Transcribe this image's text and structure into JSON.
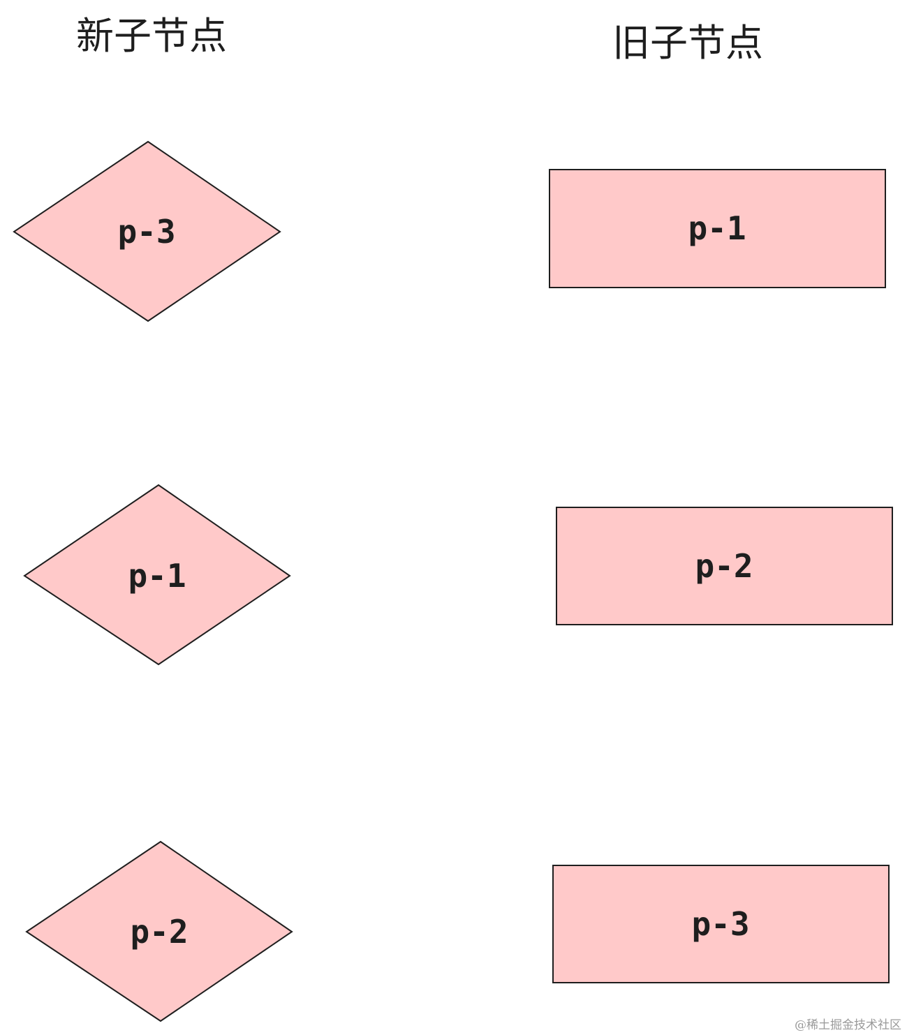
{
  "columns": {
    "new": {
      "title": "新子节点"
    },
    "old": {
      "title": "旧子节点"
    }
  },
  "new_nodes": [
    {
      "label": "p-3",
      "shape": "diamond"
    },
    {
      "label": "p-1",
      "shape": "diamond"
    },
    {
      "label": "p-2",
      "shape": "diamond"
    }
  ],
  "old_nodes": [
    {
      "label": "p-1",
      "shape": "rectangle"
    },
    {
      "label": "p-2",
      "shape": "rectangle"
    },
    {
      "label": "p-3",
      "shape": "rectangle"
    }
  ],
  "colors": {
    "fill": "#ffc9c9",
    "stroke": "#1e1e1e"
  },
  "watermark": "@稀土掘金技术社区"
}
